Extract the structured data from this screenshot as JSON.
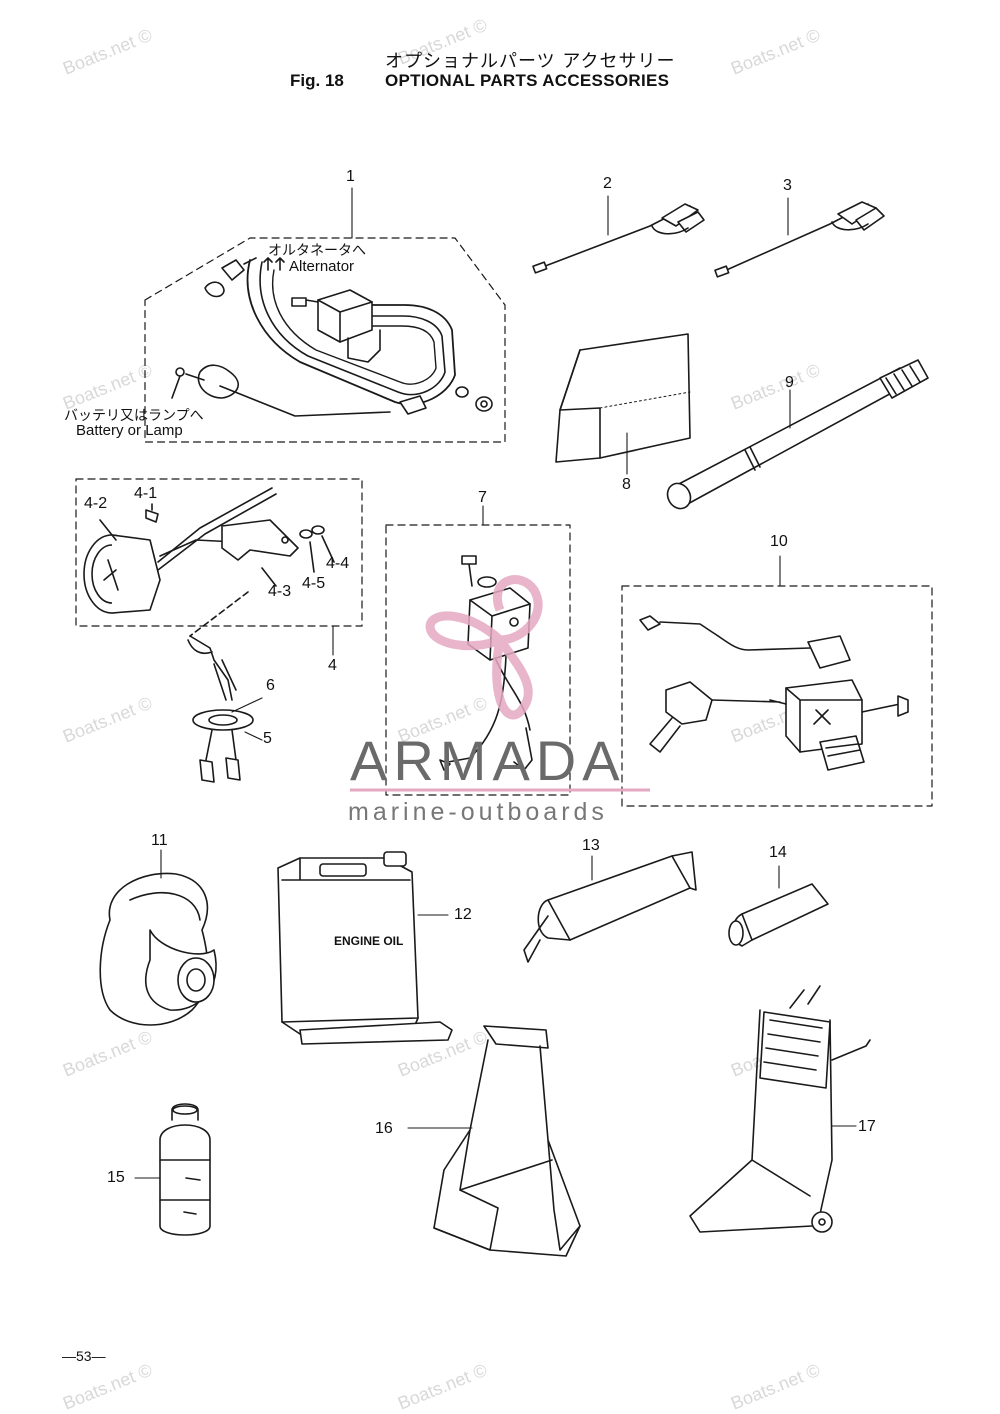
{
  "header": {
    "title_jp": "オプショナルパーツ アクセサリー",
    "fig_label": "Fig. 18",
    "title_en": "OPTIONAL PARTS ACCESSORIES"
  },
  "notes": {
    "alternator_jp": "オルタネータへ",
    "alternator_en": "Alternator",
    "battery_jp": "バッテリ又はランプへ",
    "battery_en": "Battery or Lamp",
    "engine_oil": "ENGINE OIL"
  },
  "callouts": {
    "c1": "1",
    "c2": "2",
    "c3": "3",
    "c4": "4",
    "c4_1": "4-1",
    "c4_2": "4-2",
    "c4_3": "4-3",
    "c4_4": "4-4",
    "c4_5": "4-5",
    "c5": "5",
    "c6": "6",
    "c7": "7",
    "c8": "8",
    "c9": "9",
    "c10": "10",
    "c11": "11",
    "c12": "12",
    "c13": "13",
    "c14": "14",
    "c15": "15",
    "c16": "16",
    "c17": "17"
  },
  "watermark": {
    "site": "Boats.net ©",
    "brand": "ARMADA",
    "brand_sub": "marine-outboards"
  },
  "footer": {
    "page": "—53—"
  }
}
